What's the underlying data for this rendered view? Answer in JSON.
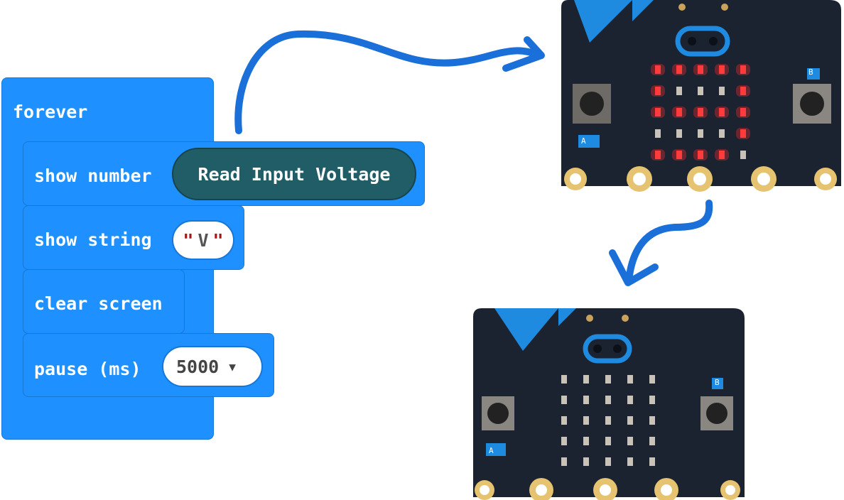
{
  "blocks": {
    "forever_label": "forever",
    "show_number_label": "show number",
    "read_voltage_label": "Read Input Voltage",
    "show_string_label": "show string",
    "string_value": "V",
    "string_open_quote": "\"",
    "string_close_quote": "\"",
    "clear_screen_label": "clear screen",
    "pause_label": "pause (ms)",
    "pause_value": "5000"
  },
  "colors": {
    "block_blue": "#1e90ff",
    "reporter_teal": "#215d67",
    "arrow_blue": "#1a6fd8",
    "led_red": "#ff2a2a",
    "board_dark": "#1b2230"
  },
  "boards": [
    {
      "name": "board-with-digits",
      "button_a": "A",
      "button_b": "B",
      "led_on": [
        1,
        1,
        1,
        1,
        1,
        1,
        0,
        0,
        0,
        1,
        1,
        1,
        1,
        1,
        1,
        0,
        0,
        0,
        0,
        1,
        1,
        1,
        1,
        1,
        0
      ]
    },
    {
      "name": "board-cleared",
      "button_a": "A",
      "button_b": "B",
      "led_on": [
        0,
        0,
        0,
        0,
        0,
        0,
        0,
        0,
        0,
        0,
        0,
        0,
        0,
        0,
        0,
        0,
        0,
        0,
        0,
        0,
        0,
        0,
        0,
        0,
        0
      ]
    }
  ]
}
